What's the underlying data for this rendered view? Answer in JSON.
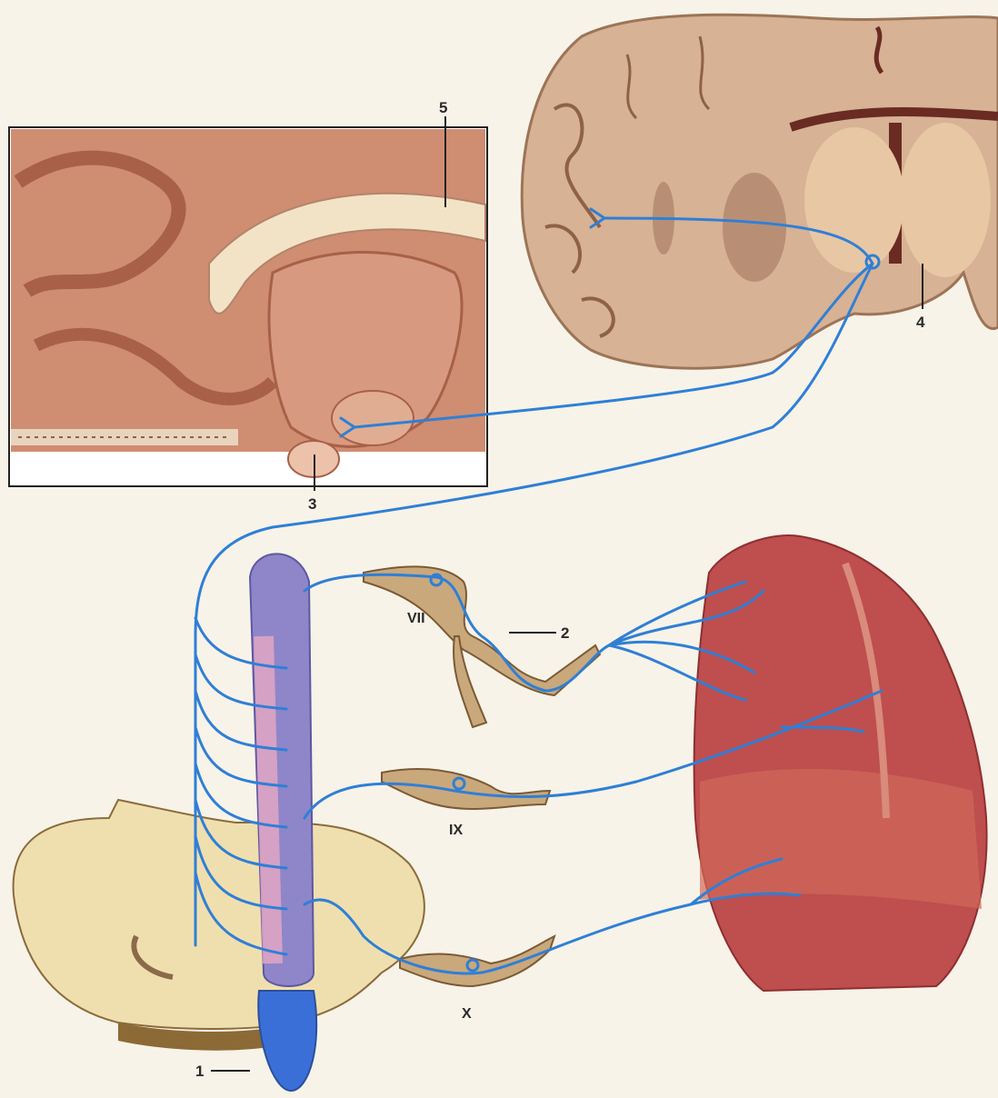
{
  "labels": {
    "one": "1",
    "two": "2",
    "three": "3",
    "four": "4",
    "five": "5",
    "vii": "VII",
    "ix": "IX",
    "x": "X"
  },
  "colors": {
    "background": "#f7f3e8",
    "pathway": "#2f7fd6",
    "brain_tissue": "#cf8d72",
    "coronal_section": "#d7b294",
    "medulla_section": "#f0dfae",
    "tongue": "#bf4e4e",
    "nucleus": "#8e86c9"
  }
}
